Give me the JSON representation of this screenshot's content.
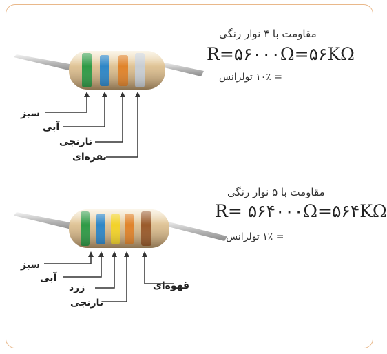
{
  "resistor_4band": {
    "title": "مقاومت با ۴ نوار رنگی",
    "formula": "R=۵۶۰۰۰Ω=۵۶KΩ",
    "tolerance": "= ۱۰٪ تولرانس",
    "bands": [
      {
        "label": "سبز",
        "color": "#2f9a45"
      },
      {
        "label": "آبی",
        "color": "#2e86c6"
      },
      {
        "label": "نارنجی",
        "color": "#e0832a"
      },
      {
        "label": "نقره‌ای",
        "color": "#c8cdd2"
      }
    ]
  },
  "resistor_5band": {
    "title": "مقاومت با ۵ نوار رنگی",
    "formula": "R= ۵۶۴۰۰۰Ω=۵۶۴KΩ",
    "tolerance": "= ۱٪ تولرانس",
    "bands": [
      {
        "label": "سبز",
        "color": "#2f9a45"
      },
      {
        "label": "آبی",
        "color": "#2e86c6"
      },
      {
        "label": "زرد",
        "color": "#f2d229"
      },
      {
        "label": "نارنجی",
        "color": "#e0832a"
      },
      {
        "label": "قهوه‌ای",
        "color": "#9a5a2a"
      }
    ]
  }
}
